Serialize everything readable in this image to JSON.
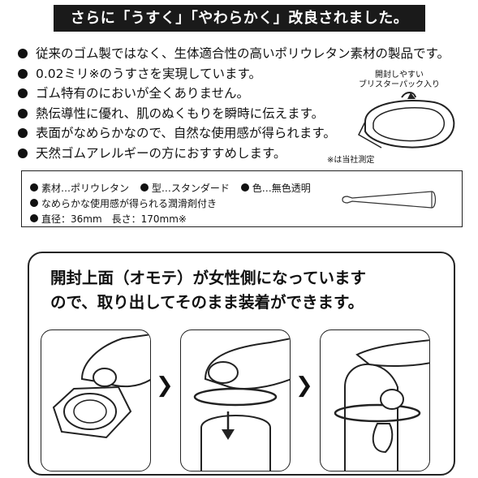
{
  "banner": {
    "title": "さらに「うすく」「やわらかく」改良されました。"
  },
  "features": [
    "従来のゴム製ではなく、生体適合性の高いポリウレタン素材の製品です。",
    "0.02ミリ※のうすさを実現しています。",
    "ゴム特有のにおいが全くありません。",
    "熱伝導性に優れ、肌のぬくもりを瞬時に伝えます。",
    "表面がなめらかなので、自然な使用感が得られます。",
    "天然ゴムアレルギーの方におすすめします。"
  ],
  "note": "※は当社測定",
  "blister": {
    "line1": "開封しやすい",
    "line2": "ブリスターパック入り"
  },
  "specs": {
    "material": "素材…ポリウレタン",
    "type": "型…スタンダード",
    "color": "色…無色透明",
    "lubricant": "なめらかな使用感が得られる潤滑剤付き",
    "size": "直径：36mm　長さ：170mm※"
  },
  "instructions": {
    "line1": "開封上面（オモテ）が女性側になっています",
    "line2": "ので、取り出してそのまま装着ができます。"
  },
  "steps": [
    "open-package",
    "pull-down",
    "put-on"
  ]
}
